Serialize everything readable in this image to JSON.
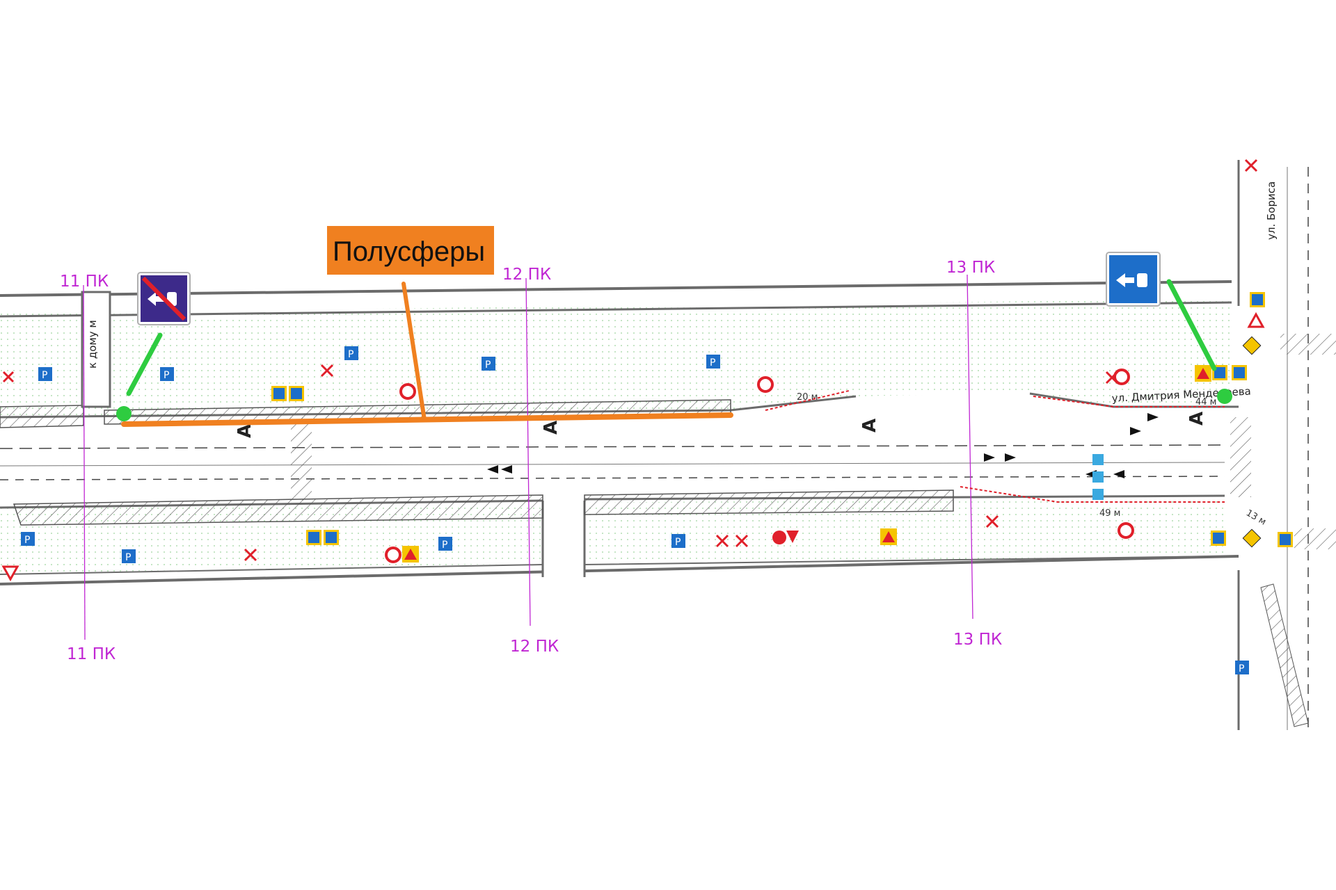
{
  "callout": {
    "label": "Полусферы",
    "color": "#f08020"
  },
  "pickets": [
    {
      "top": "11 ПК",
      "bottom": "11 ПК"
    },
    {
      "top": "12 ПК",
      "bottom": "12 ПК"
    },
    {
      "top": "13 ПК",
      "bottom": "13 ПК"
    }
  ],
  "streets": {
    "mendeleev": "ул. Дмитрия Менделеева",
    "boris": "ул. Бориса",
    "house": "к дому м"
  },
  "distances": {
    "d20": "20 м",
    "d44": "44 м",
    "d49": "49 м",
    "d13": "13 м"
  },
  "lane_letter": "А",
  "colors": {
    "road_edge": "#6b6b6b",
    "verge_dots": "#9ad39a",
    "picket_line": "#c026d3",
    "sign_blue": "#1d6ec9",
    "sign_purple": "#3d2a8a",
    "marker_green": "#2ecc40",
    "prohibit_red": "#e0202a",
    "warn_yellow": "#f5c400"
  },
  "signs": {
    "end_lane": "end-of-bus-lane-sign-icon",
    "bus_lane": "bus-lane-sign-icon",
    "parking": "parking-sign-icon",
    "crossing": "pedestrian-crossing-sign-icon"
  }
}
